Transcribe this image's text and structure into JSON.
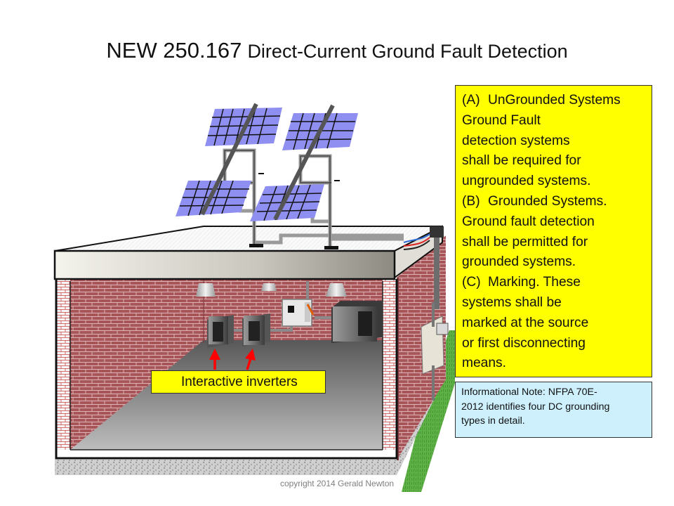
{
  "title": {
    "code": "NEW  250.167",
    "text": "Direct-Current Ground Fault Detection"
  },
  "rules": [
    {
      "letter": "(A)",
      "lines": [
        "UnGrounded Systems",
        "Ground Fault",
        "detection systems",
        "shall be required for",
        "ungrounded systems."
      ]
    },
    {
      "letter": "(B)",
      "lines": [
        "Grounded Systems.",
        "Ground fault detection",
        "shall be permitted for",
        "grounded systems."
      ]
    },
    {
      "letter": "(C)",
      "lines": [
        "Marking.   These",
        "systems shall be",
        "marked at the source",
        "or first disconnecting",
        "means."
      ]
    }
  ],
  "note": {
    "lines": [
      "Informational Note:  NFPA 70E-",
      "2012 identifies four DC grounding",
      "types in detail."
    ]
  },
  "inverter_label": "Interactive inverters",
  "copyright": "copyright 2014 Gerald Newton",
  "colors": {
    "callout_yellow": "#ffff00",
    "note_blue": "#cdf0fc",
    "brick": "#a8555a",
    "panel": "#8f8ff2",
    "arrow": "#ff0000",
    "grass": "#5fb246"
  }
}
